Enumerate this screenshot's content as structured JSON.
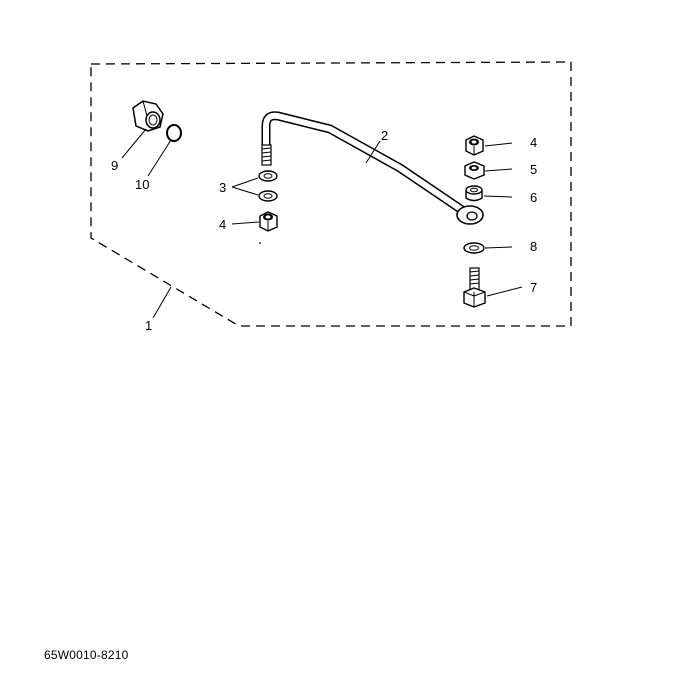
{
  "diagram": {
    "callouts": {
      "c1": "1",
      "c2": "2",
      "c3": "3",
      "c4a": "4",
      "c4b": "4",
      "c5": "5",
      "c6": "6",
      "c7": "7",
      "c8": "8",
      "c9": "9",
      "c10": "10"
    },
    "part_code": "65W0010-8210"
  }
}
